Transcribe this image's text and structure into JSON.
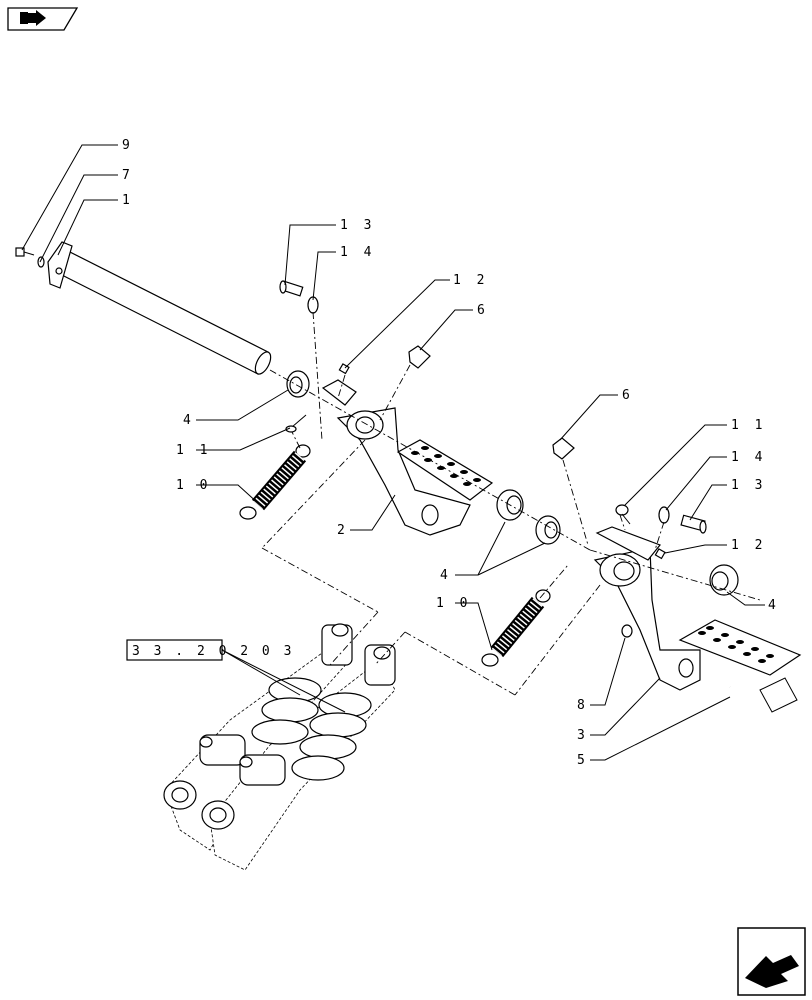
{
  "callouts": {
    "c9": "9",
    "c7": "7",
    "c1": "1",
    "c13a": "1 3",
    "c14a": "1 4",
    "c12a": "1 2",
    "c6a": "6",
    "c4a": "4",
    "c11a": "1 1",
    "c10a": "1 0",
    "c2": "2",
    "c6b": "6",
    "c11b": "1 1",
    "c14b": "1 4",
    "c13b": "1 3",
    "c12b": "1 2",
    "c4b": "4",
    "c4c": "4",
    "c10b": "1 0",
    "c8": "8",
    "c3": "3",
    "c5": "5"
  },
  "reference": "3 3 . 2 0 2   0 3",
  "icons": {
    "top": "book-arrow-icon",
    "bottom": "next-page-arrow-icon"
  }
}
